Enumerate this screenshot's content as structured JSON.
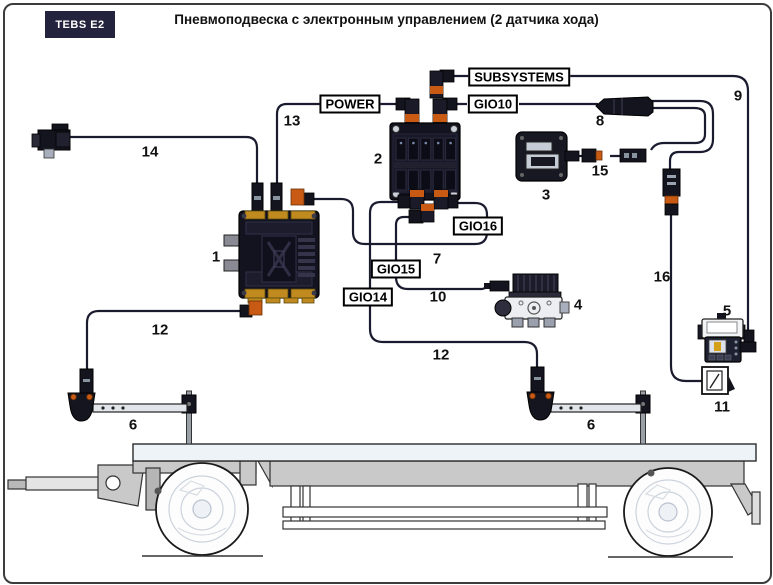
{
  "badge": "TEBS E2",
  "title": "Пневмоподвеска с электронным управлением (2 датчика хода)",
  "port_labels": {
    "power": "POWER",
    "subsystems": "SUBSYSTEMS",
    "gio10": "GIO10",
    "gio16": "GIO16",
    "gio15": "GIO15",
    "gio14": "GIO14"
  },
  "callouts": {
    "c1": "1",
    "c2": "2",
    "c3": "3",
    "c4": "4",
    "c5": "5",
    "c6_left": "6",
    "c6_right": "6",
    "c7": "7",
    "c8": "8",
    "c9": "9",
    "c10": "10",
    "c11": "11",
    "c12_left": "12",
    "c12_right": "12",
    "c13": "13",
    "c14": "14",
    "c15": "15",
    "c16": "16"
  },
  "colors": {
    "cable": "#1b1b2f",
    "connector_orange": "#c85a14",
    "gold_strip": "#c08a1e",
    "badge_bg": "#23233d",
    "trailer_gray": "#c9c9c9",
    "deck": "#eef3f7"
  }
}
